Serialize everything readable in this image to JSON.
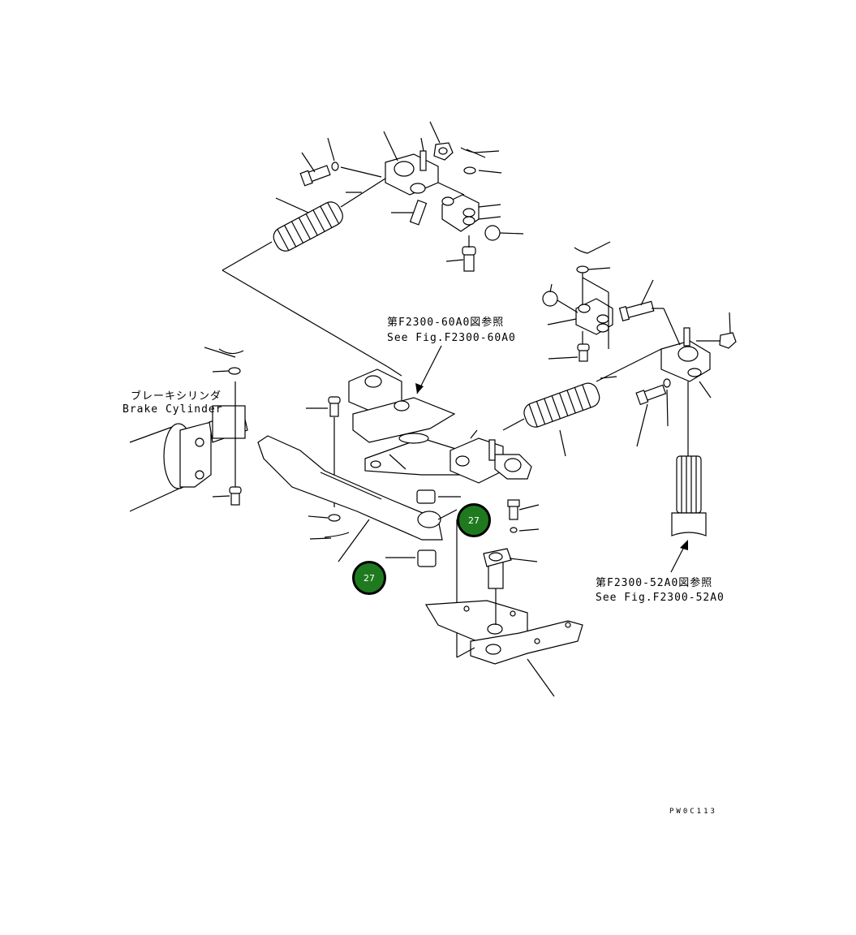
{
  "labels": {
    "ref_upper_jp": "第F2300-60A0図参照",
    "ref_upper_en": "See Fig.F2300-60A0",
    "brake_jp": "ブレーキシリンダ",
    "brake_en": "Brake Cylinder",
    "ref_lower_jp": "第F2300-52A0図参照",
    "ref_lower_en": "See Fig.F2300-52A0",
    "figure_code": "PW0C113"
  },
  "callouts": [
    {
      "part_no": "27"
    },
    {
      "part_no": "27"
    }
  ],
  "colors": {
    "badge": "#1f7a1f",
    "line": "#000000",
    "background": "#ffffff"
  }
}
